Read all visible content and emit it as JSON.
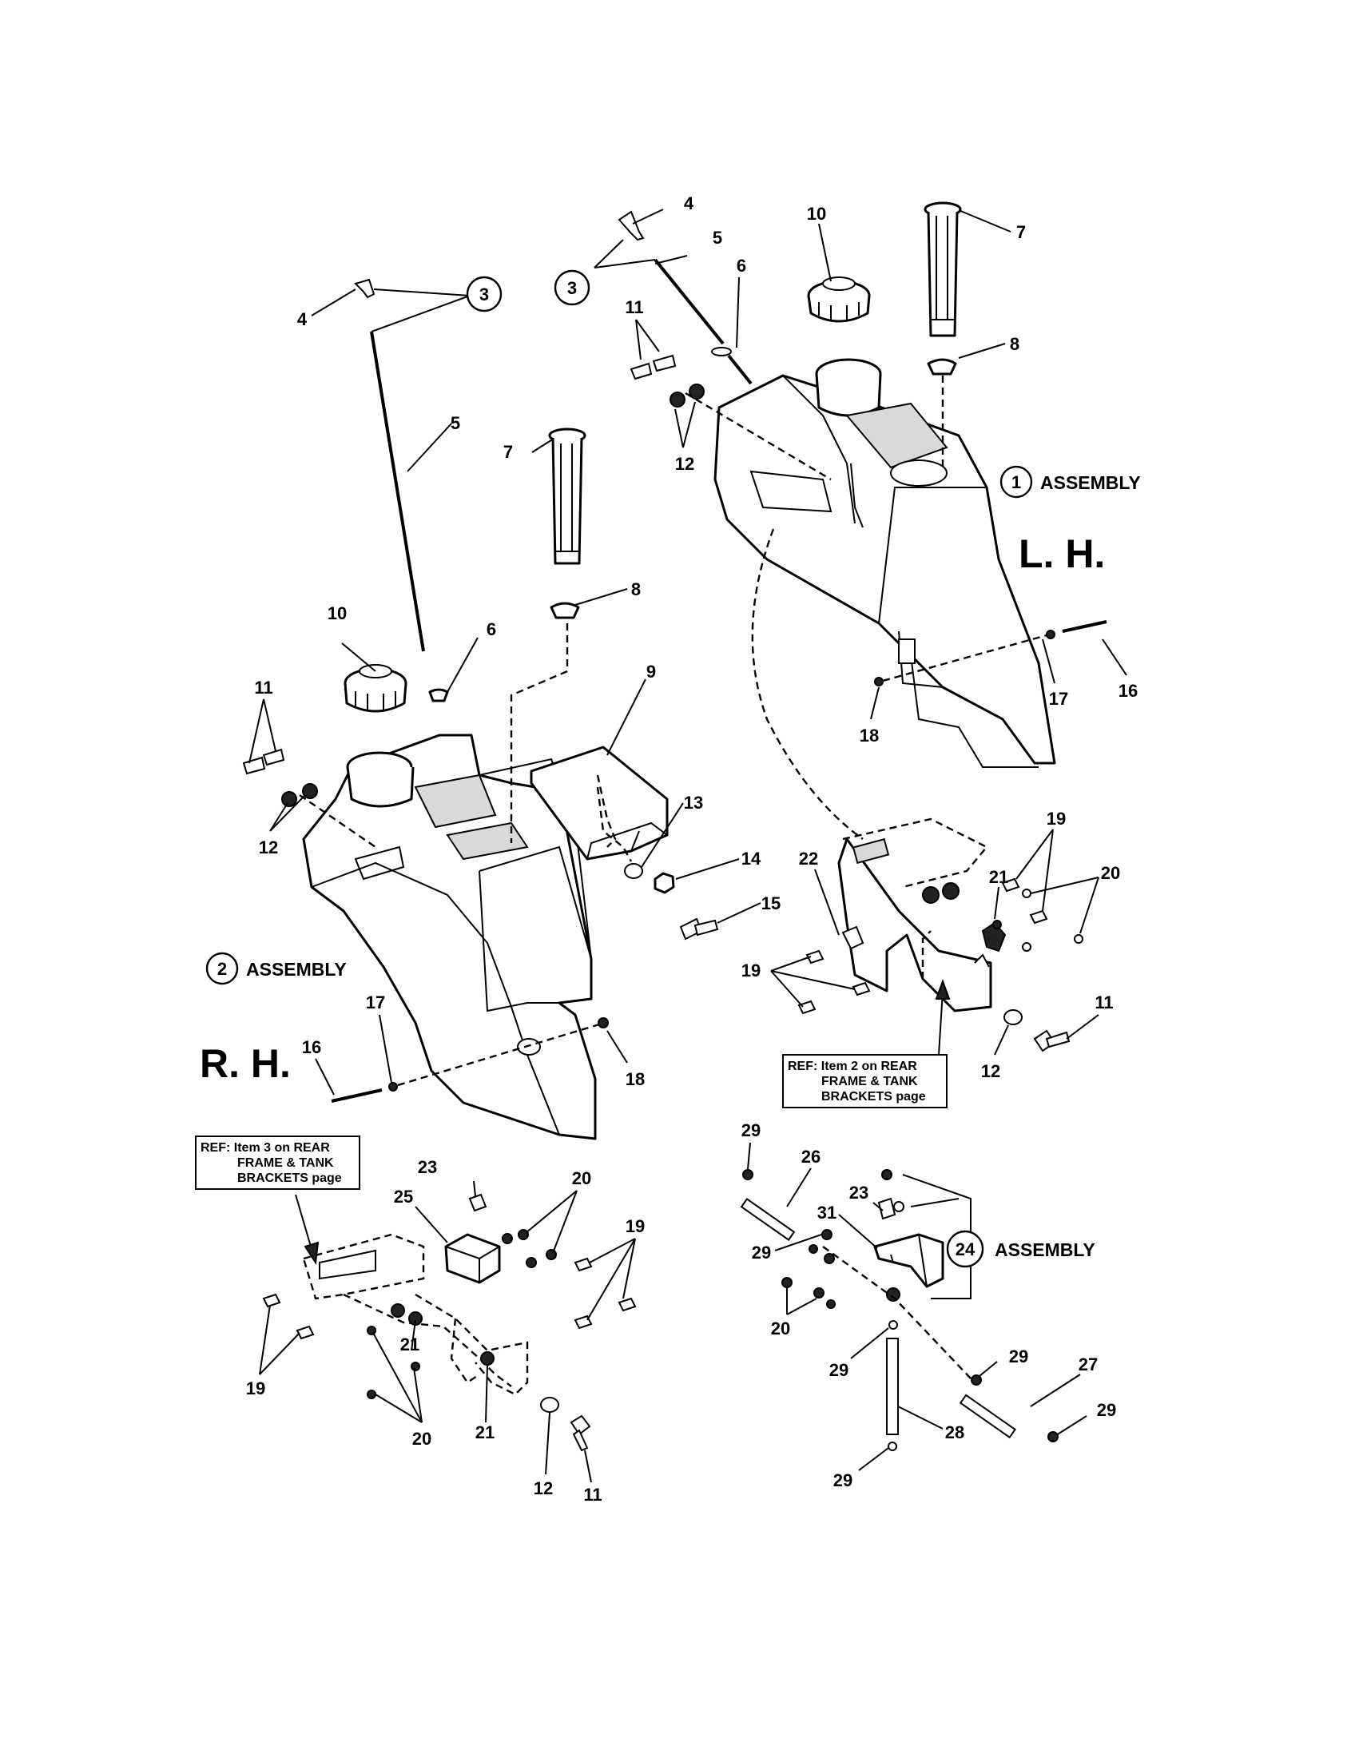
{
  "callouts": {
    "lh_3": "3",
    "lh_4": "4",
    "lh_5": "5",
    "lh_6": "6",
    "lh_7": "7",
    "lh_8": "8",
    "lh_10": "10",
    "lh_11": "11",
    "lh_12": "12",
    "lh_16": "16",
    "lh_17": "17",
    "lh_18": "18",
    "rh_3": "3",
    "rh_4": "4",
    "rh_5": "5",
    "rh_6": "6",
    "rh_7": "7",
    "rh_8": "8",
    "rh_10": "10",
    "rh_11": "11",
    "rh_12": "12",
    "rh_16": "16",
    "rh_17": "17",
    "rh_18": "18",
    "c9": "9",
    "c13": "13",
    "c14": "14",
    "c15": "15",
    "br_19a": "19",
    "br_19b": "19",
    "br_20": "20",
    "br_21": "21",
    "br_22": "22",
    "br_11": "11",
    "br_12": "12",
    "bl_23": "23",
    "bl_25": "25",
    "bl_20a": "20",
    "bl_19a": "19",
    "bl_19b": "19",
    "bl_21a": "21",
    "bl_21b": "21",
    "bl_20b": "20",
    "bl_12": "12",
    "bl_11": "11",
    "hw_29a": "29",
    "hw_26": "26",
    "hw_23": "23",
    "hw_31": "31",
    "hw_29b": "29",
    "hw_20": "20",
    "hw_29c": "29",
    "hw_29d": "29",
    "hw_27": "27",
    "hw_29e": "29",
    "hw_28": "28",
    "hw_29f": "29",
    "assy_1": "1",
    "assy_2": "2",
    "assy_24": "24"
  },
  "labels": {
    "assembly_1": "ASSEMBLY",
    "assembly_2": "ASSEMBLY",
    "assembly_24": "ASSEMBLY",
    "left_hand": "L. H.",
    "right_hand": "R. H."
  },
  "references": {
    "ref_item2": [
      "REF: Item 2 on REAR",
      "FRAME & TANK",
      "BRACKETS page"
    ],
    "ref_item3": [
      "REF: Item 3 on REAR",
      "FRAME & TANK",
      "BRACKETS page"
    ]
  }
}
